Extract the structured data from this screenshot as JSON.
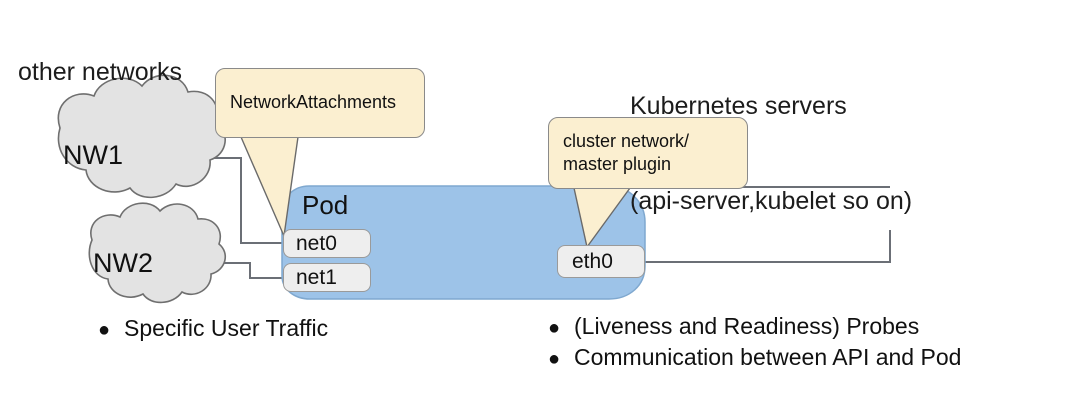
{
  "diagram": {
    "title_text_left": "other networks",
    "kubernetes_servers": {
      "line1": "Kubernetes servers",
      "line2": "(api-server,kubelet so on)"
    },
    "pod": {
      "label": "Pod",
      "fill_color": "#9dc3e8",
      "border_color": "#7fa8cf"
    },
    "clouds": [
      {
        "name": "NW1",
        "label": "NW1",
        "fill_color": "#e3e3e3",
        "border_color": "#6f6f6f"
      },
      {
        "name": "NW2",
        "label": "NW2",
        "fill_color": "#e3e3e3",
        "border_color": "#6f6f6f"
      }
    ],
    "interfaces": [
      {
        "name": "net0",
        "label": "net0"
      },
      {
        "name": "net1",
        "label": "net1"
      },
      {
        "name": "eth0",
        "label": "eth0"
      }
    ],
    "callouts": [
      {
        "name": "network-attachments",
        "label": "NetworkAttachments",
        "fill_color": "#fbefd0",
        "border_color": "#8a8a8a"
      },
      {
        "name": "cluster-network-master-plugin",
        "label": "cluster network/\nmaster plugin",
        "fill_color": "#fbefd0",
        "border_color": "#8a8a8a"
      }
    ],
    "bullets_left": [
      {
        "marker": "●",
        "text": "Specific User Traffic"
      }
    ],
    "bullets_right": [
      {
        "marker": "●",
        "text": "(Liveness and Readiness) Probes"
      },
      {
        "marker": "●",
        "text": "Communication between API and Pod"
      }
    ],
    "connector_color": "#6b6f76"
  }
}
